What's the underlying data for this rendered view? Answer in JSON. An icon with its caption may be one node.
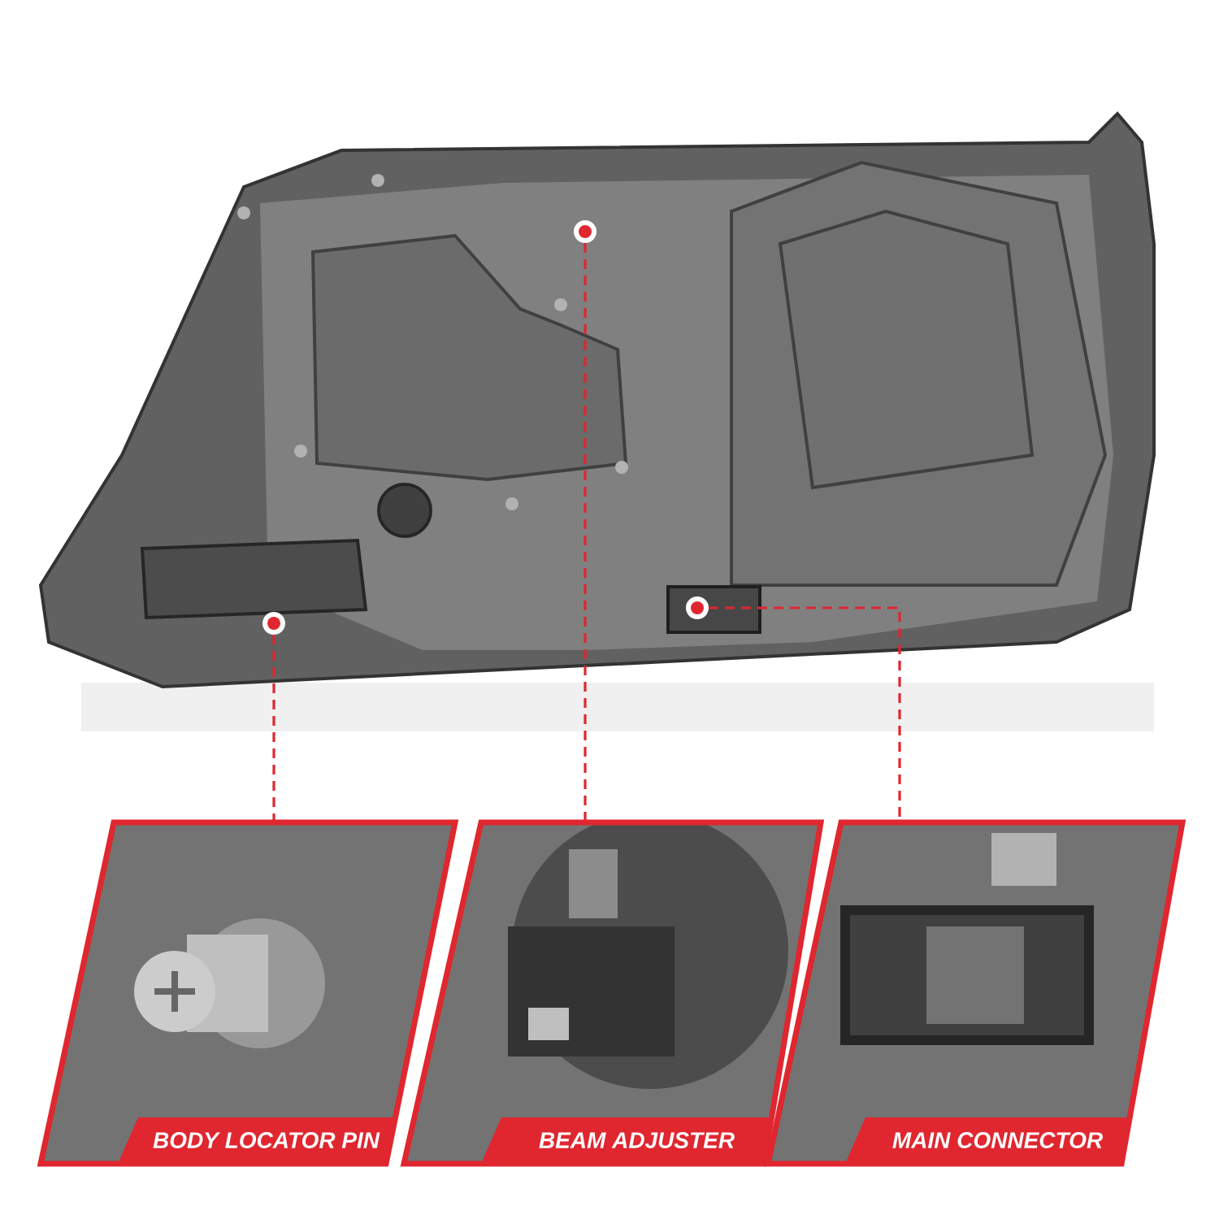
{
  "diagram": {
    "nodes": [
      {
        "text": [],
        "shape": "circle"
      },
      {
        "text": [],
        "shape": "circle"
      },
      {
        "text": [],
        "shape": "circle"
      },
      {
        "text": [
          "BODY LOCATOR PIN"
        ]
      },
      {
        "text": [
          "BEAM ADJUSTER"
        ]
      },
      {
        "text": [
          "MAIN CONNECTOR"
        ]
      }
    ],
    "edges": [
      {
        "from": 2,
        "to": 3,
        "arrow": "none",
        "style": "dashed"
      },
      {
        "from": 0,
        "to": 4,
        "arrow": "none",
        "style": "dashed"
      },
      {
        "from": 1,
        "to": 5,
        "arrow": "none",
        "style": "dashed"
      }
    ]
  }
}
